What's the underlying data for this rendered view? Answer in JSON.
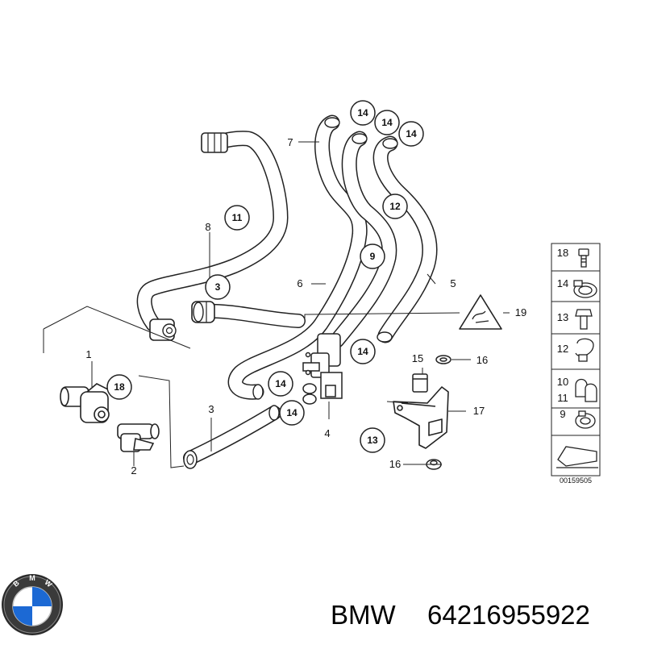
{
  "labels": {
    "p1": "1",
    "p2": "2",
    "p3a": "3",
    "p3b": "3",
    "p4": "4",
    "p5": "5",
    "p6": "6",
    "p7": "7",
    "p8": "8",
    "p9": "9",
    "p11": "11",
    "p12": "12",
    "p13": "13",
    "p14a": "14",
    "p14b": "14",
    "p14c": "14",
    "p14d": "14",
    "p14e": "14",
    "p14f": "14",
    "p15": "15",
    "p16a": "16",
    "p16b": "16",
    "p17": "17",
    "p18": "18",
    "p19": "19"
  },
  "legend": {
    "items": [
      "18",
      "14",
      "13",
      "12",
      "10",
      "11",
      "9"
    ],
    "code": "00159505"
  },
  "logo": {
    "letters": [
      "B",
      "M",
      "W"
    ]
  },
  "footer": {
    "brand": "BMW",
    "part_number": "64216955922"
  },
  "colors": {
    "line": "#222222",
    "logo_blue": "#1c69d4"
  }
}
